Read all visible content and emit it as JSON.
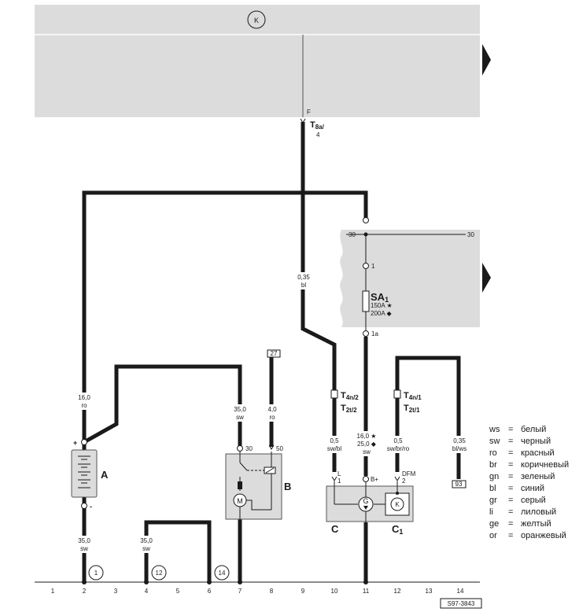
{
  "units": {
    "top": {
      "symbol": "K"
    },
    "fuse_box": {
      "terminal_top": "30",
      "terminal_right": "30",
      "pin_in": "1",
      "pin_out": "1a",
      "fuse_name": "SA",
      "fuse_sub": "1",
      "rating_1": "150A ★",
      "rating_2": "200A ◆"
    },
    "battery": {
      "name": "A",
      "plus": "+",
      "minus": "-"
    },
    "starter": {
      "name": "B",
      "t30": "30",
      "t50": "50",
      "ref": "27",
      "motor": "M"
    },
    "generator": {
      "name": "C",
      "name_sub": "1",
      "l_pin": "L",
      "l_num": "1",
      "bplus": "B+",
      "dfm": "DFM",
      "dfm_num": "2",
      "gen_symbol": "G",
      "reg_symbol": "K",
      "ref": "93"
    },
    "connector_top": {
      "name": "T",
      "sub": "8a/",
      "pin": "4",
      "wire": "F"
    },
    "connector_4n2": {
      "name": "T",
      "sub": "4n/2",
      "alt": "T",
      "alt_sub": "2t/2"
    },
    "connector_4n1": {
      "name": "T",
      "sub": "4n/1",
      "alt": "T",
      "alt_sub": "2t/1"
    }
  },
  "wires": [
    {
      "size": "0,35",
      "color": "bl"
    },
    {
      "size": "16,0",
      "color": "ro"
    },
    {
      "size": "35,0",
      "color": "sw"
    },
    {
      "size": "4,0",
      "color": "ro"
    },
    {
      "size": "0,5",
      "color": "sw/bl"
    },
    {
      "size": "16,0 ★",
      "size2": "25,0 ◆",
      "color": "sw"
    },
    {
      "size": "0,5",
      "color": "sw/br/ro"
    },
    {
      "size": "0,35",
      "color": "bl/ws"
    },
    {
      "size": "35,0",
      "color": "sw"
    },
    {
      "size": "35,0",
      "color": "sw"
    }
  ],
  "ground_points": [
    "1",
    "12",
    "14"
  ],
  "track_numbers": [
    "1",
    "2",
    "3",
    "4",
    "5",
    "6",
    "7",
    "8",
    "9",
    "10",
    "11",
    "12",
    "13",
    "14"
  ],
  "figure_code": "S97-3843",
  "legend": [
    {
      "code": "ws",
      "name": "белый"
    },
    {
      "code": "sw",
      "name": "черный"
    },
    {
      "code": "ro",
      "name": "красный"
    },
    {
      "code": "br",
      "name": "коричневый"
    },
    {
      "code": "gn",
      "name": "зеленый"
    },
    {
      "code": "bl",
      "name": "синий"
    },
    {
      "code": "gr",
      "name": "серый"
    },
    {
      "code": "li",
      "name": "лиловый"
    },
    {
      "code": "ge",
      "name": "желтый"
    },
    {
      "code": "or",
      "name": "оранжевый"
    }
  ]
}
